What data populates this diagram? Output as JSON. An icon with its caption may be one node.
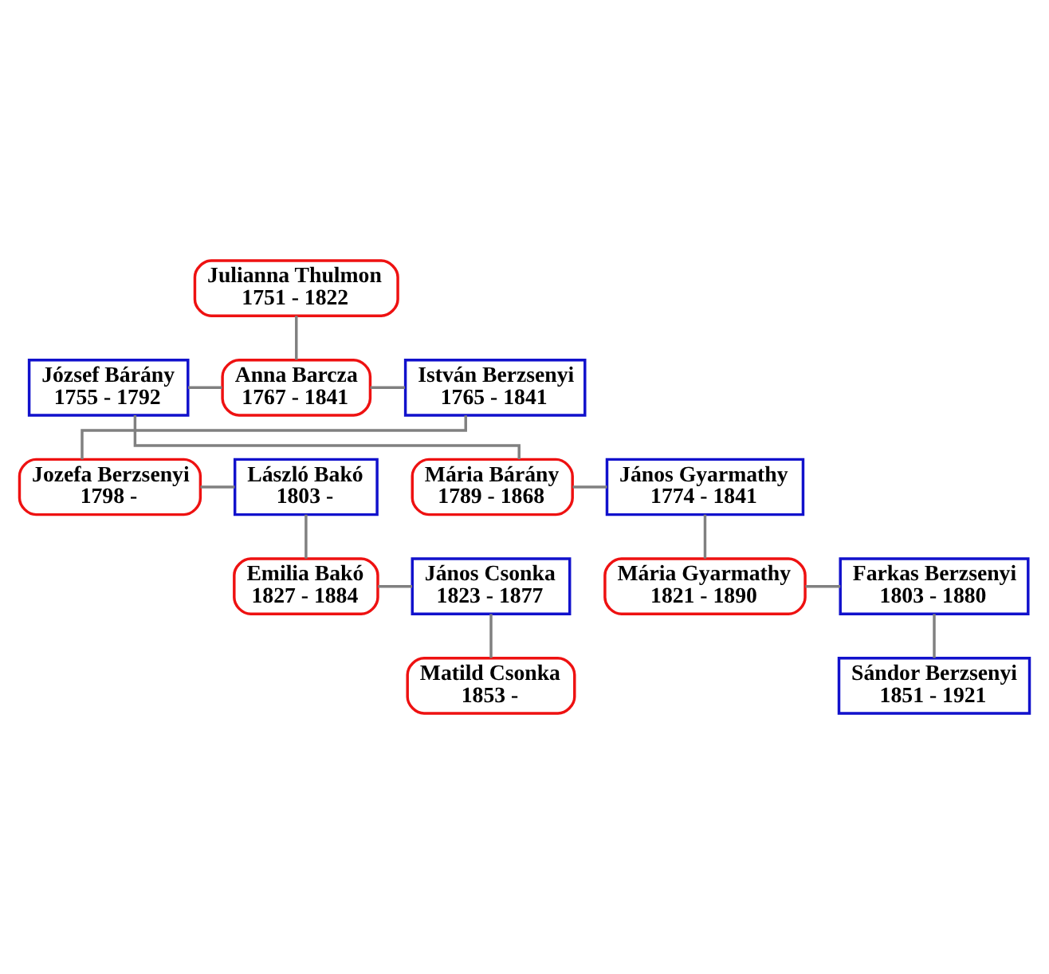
{
  "diagram": {
    "nodes": [
      {
        "text": [
          "Julianna Thulmon",
          "1751 - 1822"
        ]
      },
      {
        "text": [
          "József Bárány",
          "1755 - 1792"
        ]
      },
      {
        "text": [
          "Anna Barcza",
          "1767 - 1841"
        ]
      },
      {
        "text": [
          "István Berzsenyi",
          "1765 - 1841"
        ]
      },
      {
        "text": [
          "Mária Bárány",
          "1789 - 1868"
        ]
      },
      {
        "text": [
          "János Gyarmathy",
          "1774 - 1841"
        ]
      },
      {
        "text": [
          "Jozefa Berzsenyi",
          "1798 -"
        ]
      },
      {
        "text": [
          "László Bakó",
          "1803 -"
        ]
      },
      {
        "text": [
          "Mária Gyarmathy",
          "1821 - 1890"
        ]
      },
      {
        "text": [
          "Farkas Berzsenyi",
          "1803 - 1880"
        ]
      },
      {
        "text": [
          "Emilia Bakó",
          "1827 - 1884"
        ]
      },
      {
        "text": [
          "János Csonka",
          "1823 - 1877"
        ]
      },
      {
        "text": [
          "Sándor Berzsenyi",
          "1851 - 1921"
        ]
      },
      {
        "text": [
          "Matild Csonka",
          "1853 -"
        ]
      }
    ],
    "edges": [
      {
        "from": 0,
        "to": 2,
        "arrow": "none"
      },
      {
        "from": 1,
        "to": 2,
        "arrow": "none"
      },
      {
        "from": 2,
        "to": 3,
        "arrow": "none"
      },
      {
        "from": 1,
        "to": 4,
        "arrow": "none"
      },
      {
        "from": 4,
        "to": 5,
        "arrow": "none"
      },
      {
        "from": 3,
        "to": 6,
        "arrow": "none"
      },
      {
        "from": 6,
        "to": 7,
        "arrow": "none"
      },
      {
        "from": 5,
        "to": 8,
        "arrow": "none"
      },
      {
        "from": 8,
        "to": 9,
        "arrow": "none"
      },
      {
        "from": 7,
        "to": 10,
        "arrow": "none"
      },
      {
        "from": 10,
        "to": 11,
        "arrow": "none"
      },
      {
        "from": 9,
        "to": 12,
        "arrow": "none"
      },
      {
        "from": 11,
        "to": 13,
        "arrow": "none"
      }
    ]
  }
}
